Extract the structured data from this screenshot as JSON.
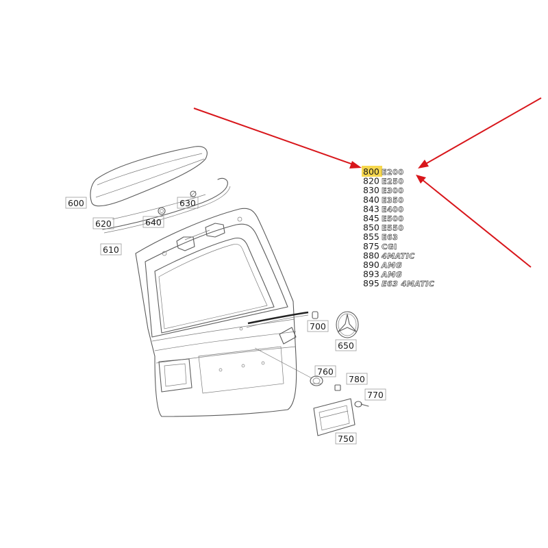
{
  "diagram": {
    "callouts": [
      {
        "id": "c600",
        "label": "600"
      },
      {
        "id": "c620",
        "label": "620"
      },
      {
        "id": "c630",
        "label": "630"
      },
      {
        "id": "c640",
        "label": "640"
      },
      {
        "id": "c610",
        "label": "610"
      },
      {
        "id": "c700",
        "label": "700"
      },
      {
        "id": "c650",
        "label": "650"
      },
      {
        "id": "c760",
        "label": "760"
      },
      {
        "id": "c780",
        "label": "780"
      },
      {
        "id": "c770",
        "label": "770"
      },
      {
        "id": "c750",
        "label": "750"
      }
    ],
    "badge_list": [
      {
        "number": "800",
        "badge": "E200",
        "highlighted": true
      },
      {
        "number": "820",
        "badge": "E250",
        "highlighted": false
      },
      {
        "number": "830",
        "badge": "E300",
        "highlighted": false
      },
      {
        "number": "840",
        "badge": "E350",
        "highlighted": false
      },
      {
        "number": "843",
        "badge": "E400",
        "highlighted": false
      },
      {
        "number": "845",
        "badge": "E500",
        "highlighted": false
      },
      {
        "number": "850",
        "badge": "E550",
        "highlighted": false
      },
      {
        "number": "855",
        "badge": "E63",
        "highlighted": false
      },
      {
        "number": "875",
        "badge": "CGI",
        "highlighted": false
      },
      {
        "number": "880",
        "badge": "4MATIC",
        "highlighted": false
      },
      {
        "number": "890",
        "badge": "AMG",
        "highlighted": false
      },
      {
        "number": "893",
        "badge": "AMG",
        "highlighted": false
      },
      {
        "number": "895",
        "badge": "E63 4MATIC",
        "highlighted": false
      }
    ],
    "colors": {
      "highlight": "#f5d33b",
      "arrow": "#d8161b",
      "line": "#5a5a5a"
    }
  }
}
